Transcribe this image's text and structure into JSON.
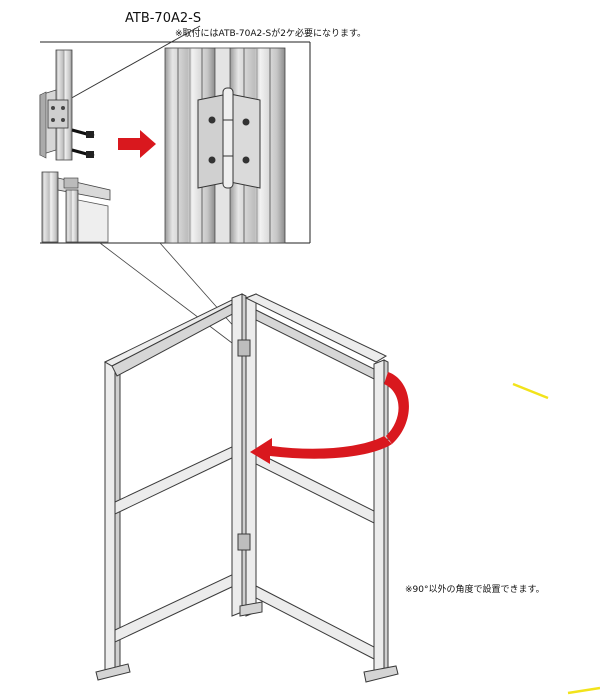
{
  "callout": {
    "part_number": "ATB-70A2-S",
    "note": "※取付にはATB-70A2-Sが2ケ必要になります。"
  },
  "angle_note": "※90°以外の角度で設置できます。",
  "colors": {
    "arrow_red": "#d9181e",
    "frame_face": "#ececec",
    "frame_edge": "#3a3a3a",
    "accent_yellow": "#f2e31b"
  },
  "icons": [
    "arrow-right-icon",
    "rotate-arrow-icon",
    "hinge-icon"
  ]
}
